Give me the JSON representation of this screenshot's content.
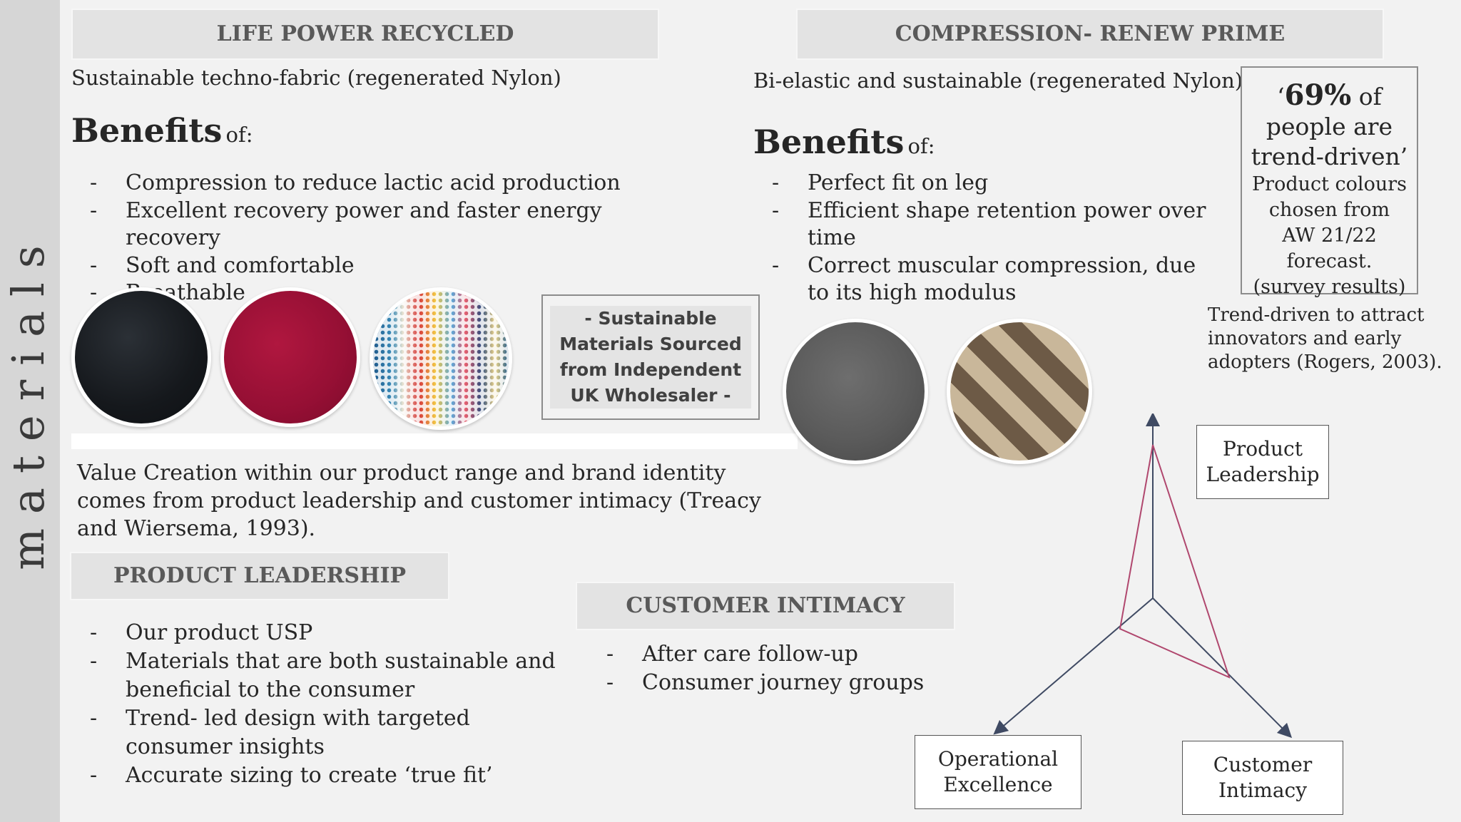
{
  "sidebar": {
    "title": "materials"
  },
  "life_power": {
    "banner": "LIFE POWER RECYCLED",
    "subtitle": "Sustainable techno-fabric (regenerated Nylon)",
    "benefits_heading": "Benefits",
    "benefits_of": "of:",
    "benefits": [
      "Compression to reduce lactic acid production",
      "Excellent recovery power and faster energy recovery",
      "Soft and comfortable",
      "Breathable"
    ]
  },
  "compression": {
    "banner": "COMPRESSION- RENEW PRIME",
    "subtitle": "Bi-elastic and sustainable (regenerated Nylon)",
    "benefits_heading": "Benefits",
    "benefits_of": "of:",
    "benefits": [
      "Perfect fit on leg",
      "Efficient shape retention power over time",
      "Correct muscular compression, due to its high modulus"
    ]
  },
  "sourcing_note": "- Sustainable Materials Sourced from Independent UK Wholesaler -",
  "stat": {
    "quote_open": "‘",
    "percent": "69%",
    "of": " of",
    "line2": "people are",
    "line3": "trend-driven’",
    "detail": "Product colours chosen from AW 21/22 forecast. (survey results)"
  },
  "trend_note": "Trend-driven to attract innovators and early adopters (Rogers, 2003).",
  "value_creation": "Value Creation within our product range and brand identity comes from product leadership and customer intimacy (Treacy and Wiersema, 1993).",
  "product_leadership": {
    "banner": "PRODUCT LEADERSHIP",
    "items": [
      "Our product USP",
      "Materials that are both sustainable and beneficial to the consumer",
      "Trend- led design with targeted consumer insights",
      "Accurate sizing to create ‘true fit’"
    ]
  },
  "customer_intimacy": {
    "banner": "CUSTOMER INTIMACY",
    "items": [
      "After care follow-up",
      "Consumer journey groups"
    ]
  },
  "diagram": {
    "labels": {
      "top": "Product Leadership",
      "left": "Operational Excellence",
      "right": "Customer Intimacy"
    },
    "colors": {
      "axis": "#3f4a63",
      "profile": "#b0476e"
    }
  },
  "fabrics": {
    "life_power": [
      "black",
      "crimson",
      "multicolour dot print"
    ],
    "compression": [
      "grey",
      "beige and brown stripe"
    ]
  }
}
